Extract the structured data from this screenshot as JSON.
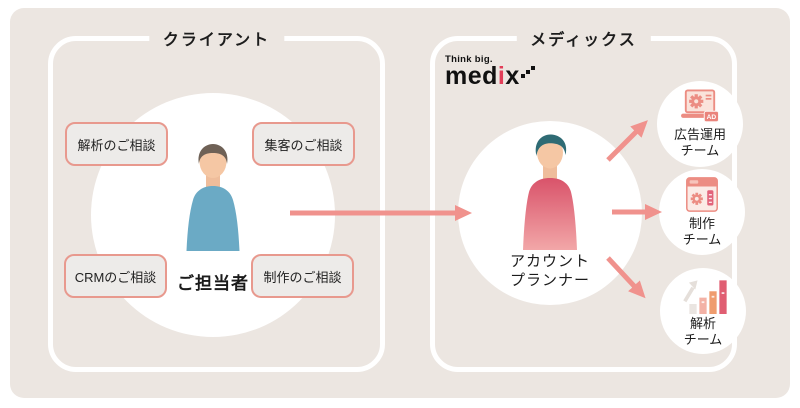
{
  "client_panel": {
    "title": "クライアント",
    "person_label": "ご担当者",
    "consult_boxes": [
      {
        "label": "解析のご相談"
      },
      {
        "label": "集客のご相談"
      },
      {
        "label": "CRMのご相談"
      },
      {
        "label": "制作のご相談"
      }
    ]
  },
  "medix_panel": {
    "title": "メディックス",
    "logo": {
      "tagline": "Think big.",
      "brand_pre": "med",
      "brand_accent": "i",
      "brand_post": "x"
    },
    "planner_label_line1": "アカウント",
    "planner_label_line2": "プランナー",
    "teams": [
      {
        "name_line1": "広告運用",
        "name_line2": "チーム",
        "icon": "laptop-ad-icon",
        "badge": "AD"
      },
      {
        "name_line1": "制作",
        "name_line2": "チーム",
        "icon": "browser-gear-icon"
      },
      {
        "name_line1": "解析",
        "name_line2": "チーム",
        "icon": "bar-chart-icon"
      }
    ]
  },
  "colors": {
    "background_beige": "#ECE6E1",
    "arrow_salmon": "#F0928D",
    "box_border": "#E8998E",
    "box_background": "#EDEBE9",
    "brand_red": "#E23D58",
    "client_shirt_blue": "#6BAAC5",
    "planner_sweater_pink": "#D9536A"
  }
}
